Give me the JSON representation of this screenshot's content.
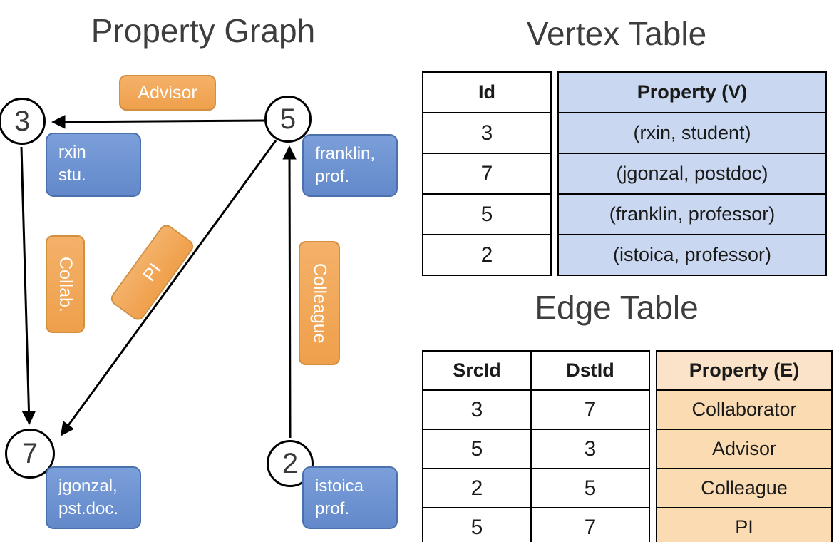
{
  "graph": {
    "title": "Property Graph",
    "nodes": [
      {
        "id": "3"
      },
      {
        "id": "5"
      },
      {
        "id": "7"
      },
      {
        "id": "2"
      }
    ],
    "vertex_boxes": [
      {
        "line1": "rxin",
        "line2": "stu."
      },
      {
        "line1": "franklin,",
        "line2": "prof."
      },
      {
        "line1": "jgonzal,",
        "line2": "pst.doc."
      },
      {
        "line1": "istoica",
        "line2": "prof."
      }
    ],
    "edge_boxes": [
      {
        "label": "Advisor"
      },
      {
        "label": "Collab."
      },
      {
        "label": "PI"
      },
      {
        "label": "Colleague"
      }
    ],
    "edges": [
      {
        "from": "5",
        "to": "3",
        "label": "Advisor"
      },
      {
        "from": "3",
        "to": "7",
        "label": "Collab."
      },
      {
        "from": "5",
        "to": "7",
        "label": "PI"
      },
      {
        "from": "2",
        "to": "5",
        "label": "Colleague"
      }
    ]
  },
  "vertex_table": {
    "title": "Vertex Table",
    "headers": {
      "id": "Id",
      "property": "Property (V)"
    },
    "rows": [
      {
        "id": "3",
        "property": "(rxin, student)"
      },
      {
        "id": "7",
        "property": "(jgonzal, postdoc)"
      },
      {
        "id": "5",
        "property": "(franklin, professor)"
      },
      {
        "id": "2",
        "property": "(istoica, professor)"
      }
    ]
  },
  "edge_table": {
    "title": "Edge Table",
    "headers": {
      "src": "SrcId",
      "dst": "DstId",
      "property": "Property (E)"
    },
    "rows": [
      {
        "src": "3",
        "dst": "7",
        "property": "Collaborator"
      },
      {
        "src": "5",
        "dst": "3",
        "property": "Advisor"
      },
      {
        "src": "2",
        "dst": "5",
        "property": "Colleague"
      },
      {
        "src": "5",
        "dst": "7",
        "property": "PI"
      }
    ]
  },
  "colors": {
    "vertex_box_fill": "#6f94d3",
    "vertex_box_border": "#4b71ad",
    "edge_box_fill": "#f0a455",
    "edge_box_border": "#d18f3f",
    "vertex_cell_bg": "#c9d8f0",
    "edge_cell_bg": "#fadbb2",
    "line_color": "#000000"
  }
}
